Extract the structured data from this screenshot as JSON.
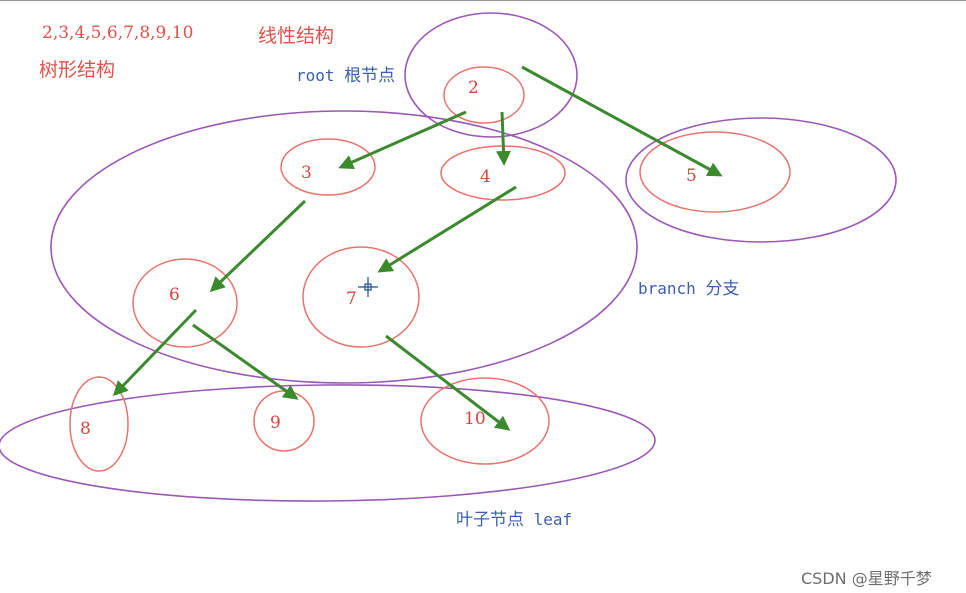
{
  "header": {
    "sequence_text": "2,3,4,5,6,7,8,9,10",
    "linear_label": "线性结构",
    "tree_label": "树形结构"
  },
  "annotations": {
    "root_en": "root",
    "root_cn": "根节点",
    "branch_en": "branch",
    "branch_cn": "分支",
    "leaf_cn": "叶子节点",
    "leaf_en": "leaf"
  },
  "nodes": [
    "2",
    "3",
    "4",
    "5",
    "6",
    "7",
    "8",
    "9",
    "10"
  ],
  "edges": [
    [
      "2",
      "3"
    ],
    [
      "2",
      "4"
    ],
    [
      "2",
      "5"
    ],
    [
      "3",
      "6"
    ],
    [
      "4",
      "7"
    ],
    [
      "6",
      "8"
    ],
    [
      "6",
      "9"
    ],
    [
      "7",
      "10"
    ]
  ],
  "colors": {
    "node_outline": "#e8736b",
    "node_text": "#d9443c",
    "group_outline": "#9b59b6",
    "arrow": "#3b8a2e",
    "annotation": "#3c5fb0",
    "header_text": "#e0524a"
  },
  "watermark": "CSDN @星野千梦"
}
